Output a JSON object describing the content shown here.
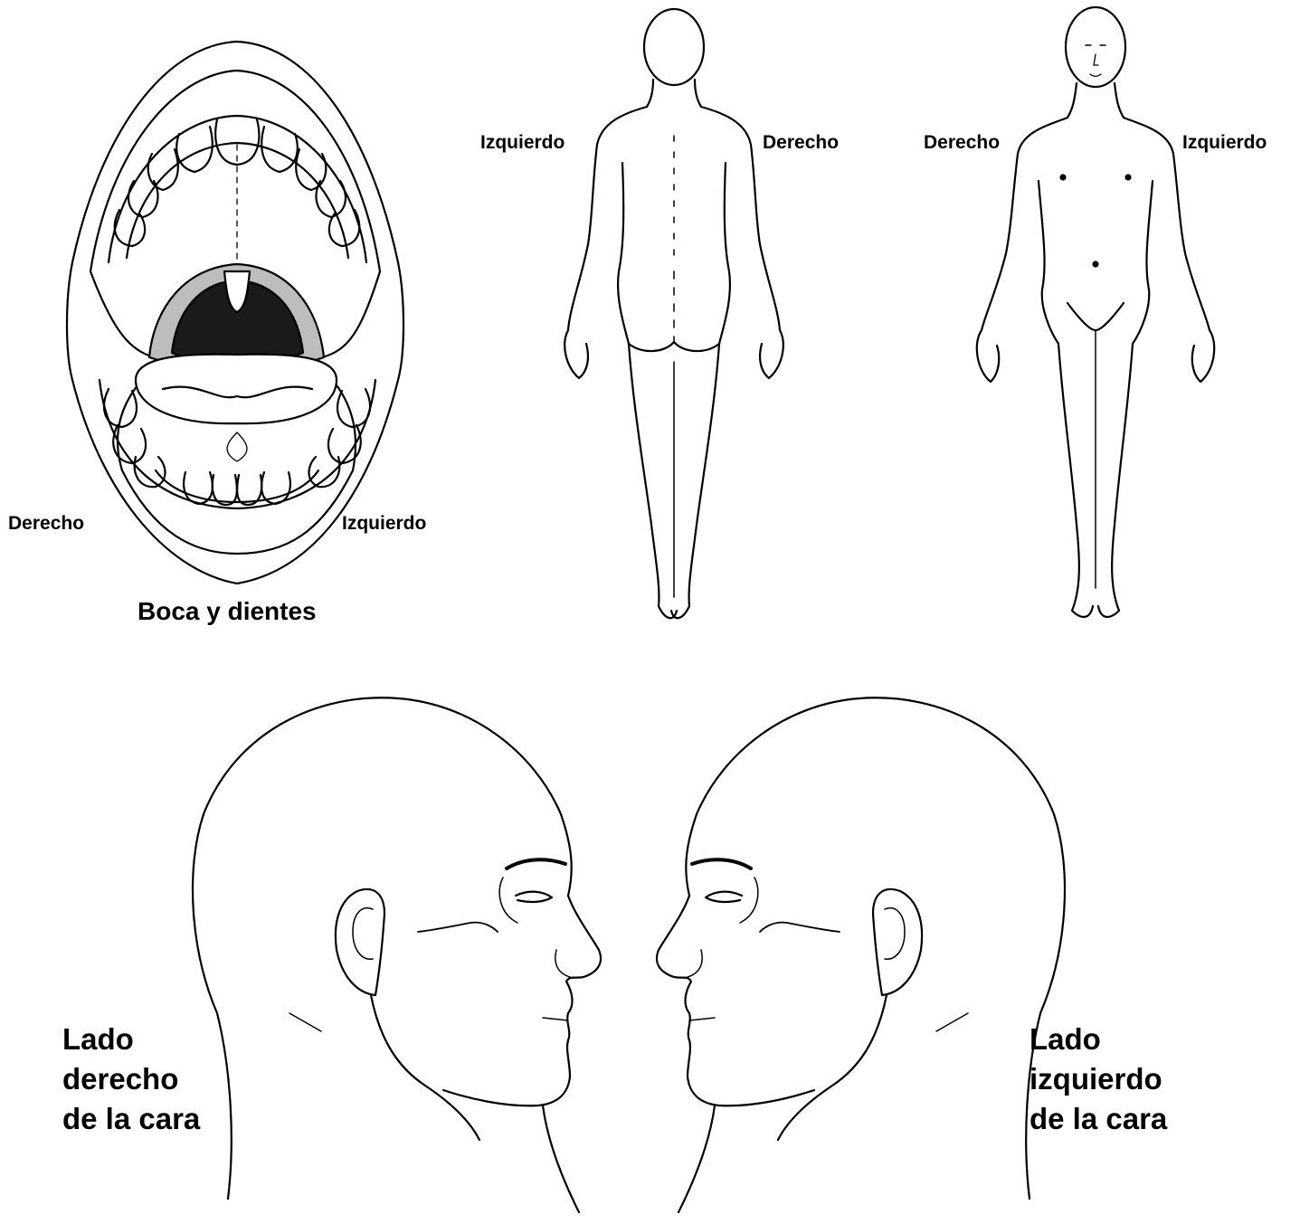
{
  "mouth": {
    "caption": "Boca y dientes",
    "label_left": "Derecho",
    "label_right": "Izquierdo"
  },
  "body_back": {
    "label_left": "Izquierdo",
    "label_right": "Derecho"
  },
  "body_front": {
    "label_left": "Derecho",
    "label_right": "Izquierdo"
  },
  "face_right": {
    "line1": "Lado",
    "line2": "derecho",
    "line3": "de la cara"
  },
  "face_left": {
    "line1": "Lado",
    "line2": "izquierdo",
    "line3": "de la cara"
  },
  "colors": {
    "line": "#000000",
    "background": "#ffffff",
    "throat": "#1a1a1a",
    "tonsil": "#bdbdbd"
  }
}
